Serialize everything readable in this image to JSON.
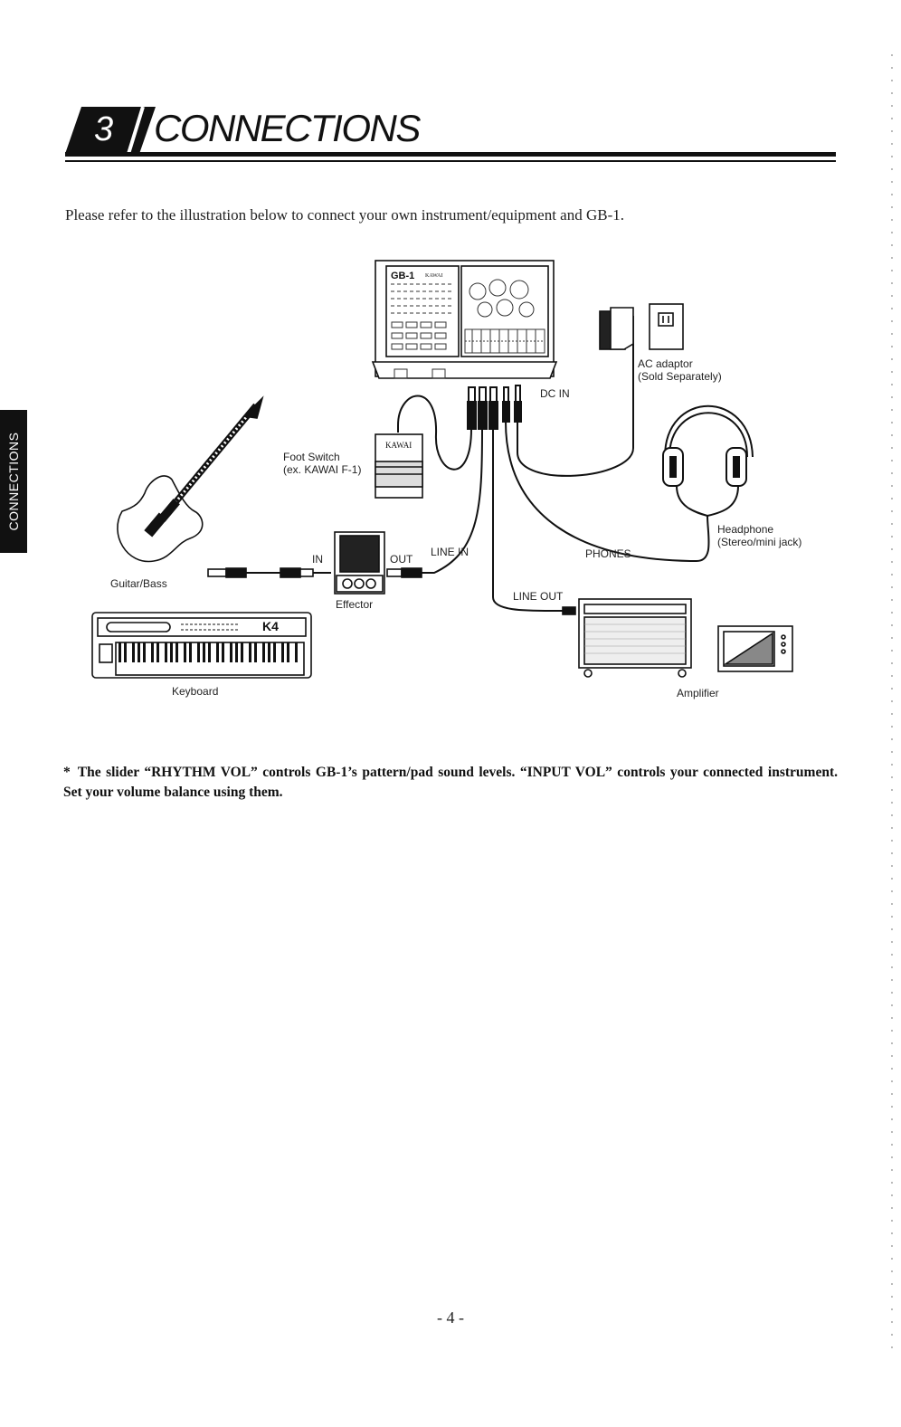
{
  "header": {
    "chapter_number": "3",
    "chapter_title": "CONNECTIONS"
  },
  "side_tab": {
    "label": "CONNECTIONS"
  },
  "intro_text": "Please refer to the illustration below to connect your own instrument/equipment and GB-1.",
  "diagram": {
    "device_model": "GB-1",
    "device_brand": "KAWAI",
    "labels": {
      "ac_adaptor_line1": "AC adaptor",
      "ac_adaptor_line2": "(Sold Separately)",
      "dc_in": "DC IN",
      "foot_switch_line1": "Foot Switch",
      "foot_switch_line2": "(ex. KAWAI F-1)",
      "foot_switch_brand": "KAWAI",
      "headphone_line1": "Headphone",
      "headphone_line2": "(Stereo/mini jack)",
      "phones": "PHONES",
      "line_in": "LINE IN",
      "in": "IN",
      "out": "OUT",
      "effector": "Effector",
      "guitar_bass": "Guitar/Bass",
      "line_out": "LINE OUT",
      "keyboard": "Keyboard",
      "keyboard_model": "K4",
      "amplifier": "Amplifier"
    }
  },
  "note": {
    "marker": "*",
    "text": "The slider “RHYTHM VOL” controls GB-1’s pattern/pad sound levels. “INPUT VOL” controls your connected instrument. Set your volume balance using them."
  },
  "page_number": "- 4 -"
}
